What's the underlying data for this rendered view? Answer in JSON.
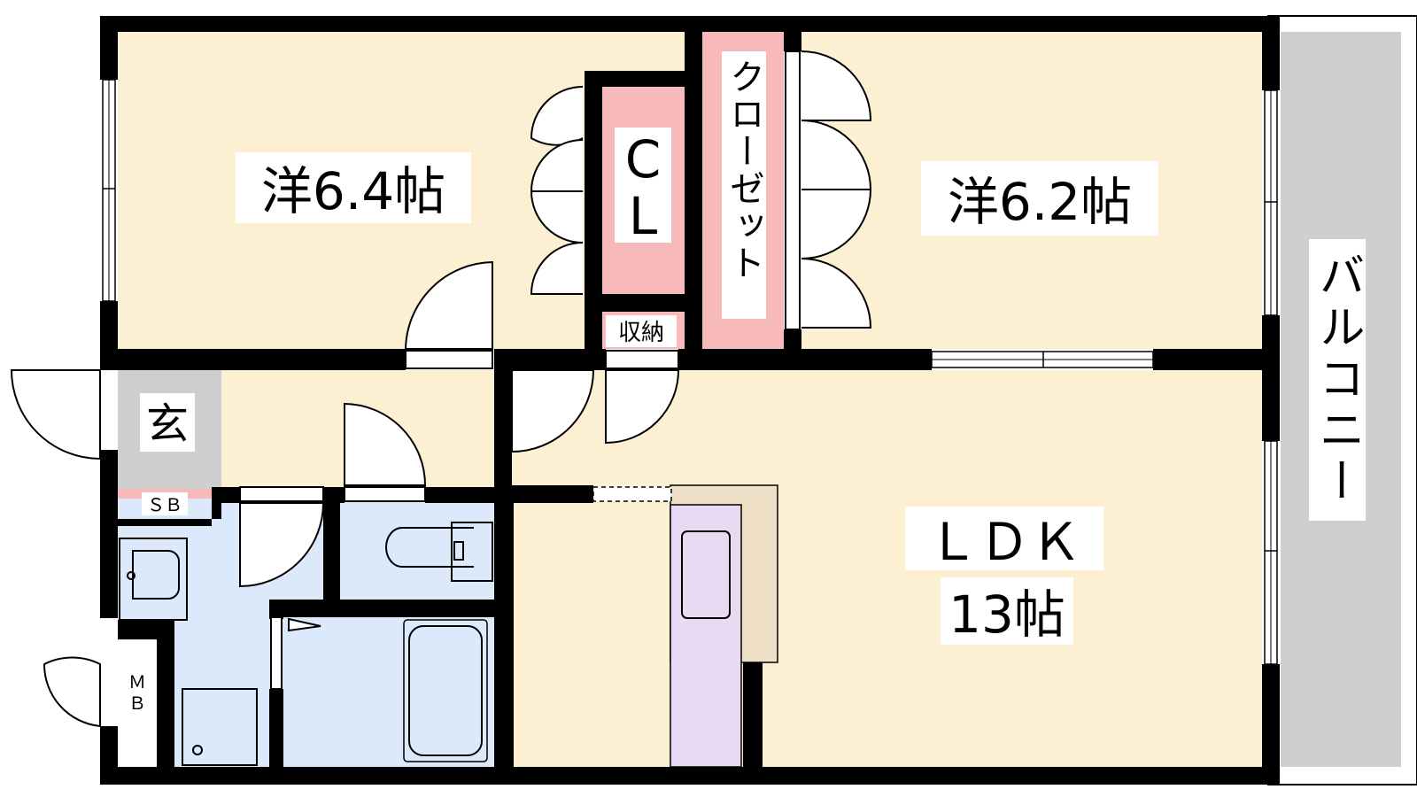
{
  "rooms": {
    "western_a": "洋6.4帖",
    "western_b": "洋6.2帖",
    "closet_cl_line1": "C",
    "closet_cl_line2": "L",
    "closet_kata": "クローゼット",
    "storage": "収納",
    "entrance": "玄",
    "shoe_box": "ＳＢ",
    "meter_box_line1": "Ｍ",
    "meter_box_line2": "Ｂ",
    "ldk_line1": "ＬＤＫ",
    "ldk_line2": "13帖",
    "balcony": "バルコニー"
  },
  "colors": {
    "room_floor": "#fdf0d2",
    "closet": "#f7b9b9",
    "wet_area": "#dbe9fb",
    "kitchen_counter": "#ead9f2",
    "kitchen_back": "#efdfc6",
    "entrance": "#cfcfcf",
    "balcony": "#cfcfcf",
    "wall": "#000000"
  }
}
